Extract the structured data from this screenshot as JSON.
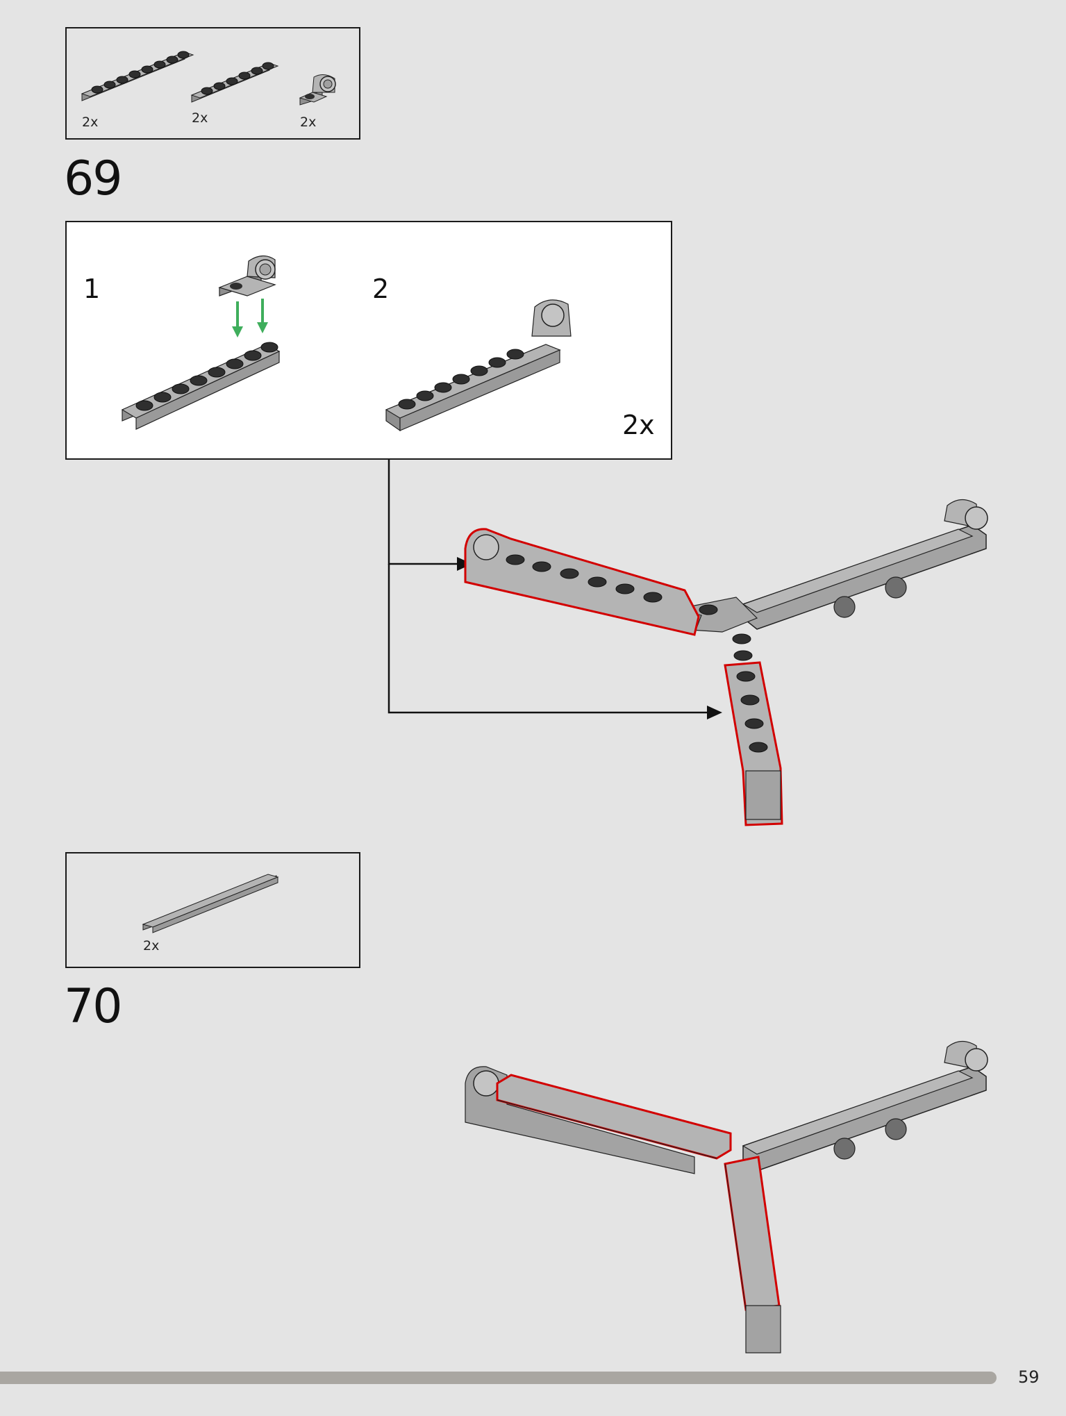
{
  "step69": {
    "number": "69",
    "parts": [
      {
        "qty": "2x",
        "icon": "plate-1x8-icon"
      },
      {
        "qty": "2x",
        "icon": "plate-1x6-icon"
      },
      {
        "qty": "2x",
        "icon": "plate-with-bar-holder-icon"
      }
    ],
    "substeps": [
      {
        "label": "1"
      },
      {
        "label": "2",
        "qty": "2x"
      }
    ]
  },
  "step70": {
    "number": "70",
    "parts": [
      {
        "qty": "2x",
        "icon": "tile-1x8-icon"
      }
    ]
  },
  "colors": {
    "brick": "#a3a3a3",
    "stud": "#2b2b2b",
    "highlight": "#d20000",
    "arrow_green": "#3fae5c",
    "background": "#e4e4e4"
  },
  "footer": {
    "page_number": "59"
  }
}
